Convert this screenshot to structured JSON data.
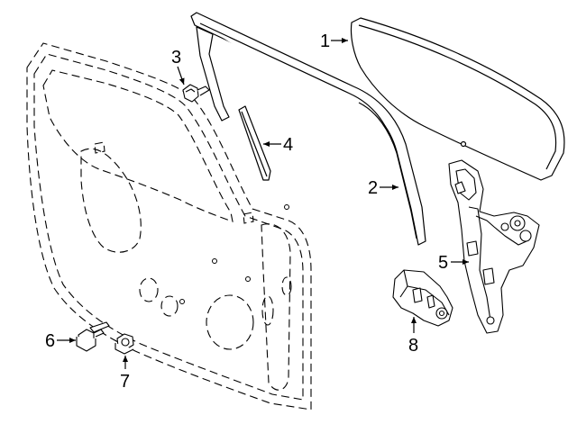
{
  "diagram": {
    "parts": [
      {
        "number": "1",
        "part": "door-glass"
      },
      {
        "number": "2",
        "part": "glass-run-channel"
      },
      {
        "number": "3",
        "part": "bolt"
      },
      {
        "number": "4",
        "part": "division-bar-seal"
      },
      {
        "number": "5",
        "part": "window-regulator"
      },
      {
        "number": "6",
        "part": "flange-bolt"
      },
      {
        "number": "7",
        "part": "nut"
      },
      {
        "number": "8",
        "part": "window-motor"
      }
    ]
  },
  "colors": {
    "line": "#000000",
    "background": "#ffffff"
  }
}
